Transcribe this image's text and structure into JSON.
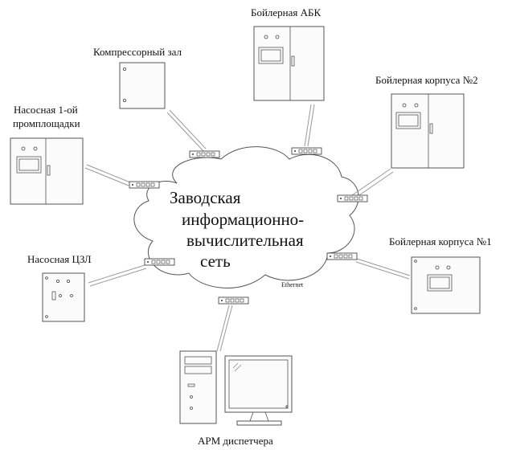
{
  "cloud": {
    "lines": [
      "Заводская",
      "информационно-",
      "вычислительная",
      "сеть"
    ],
    "protocol": "Ethernet"
  },
  "nodes": {
    "compressor": "Компрессорный зал",
    "boiler_abk": "Бойлерная АБК",
    "boiler_building2": "Бойлерная корпуса №2",
    "pump_site1": [
      "Насосная 1-ой",
      "промплощадки"
    ],
    "pump_czl": "Насосная ЦЗЛ",
    "boiler_building1": "Бойлерная корпуса №1",
    "operator_workstation": "АРМ диспетчера"
  }
}
